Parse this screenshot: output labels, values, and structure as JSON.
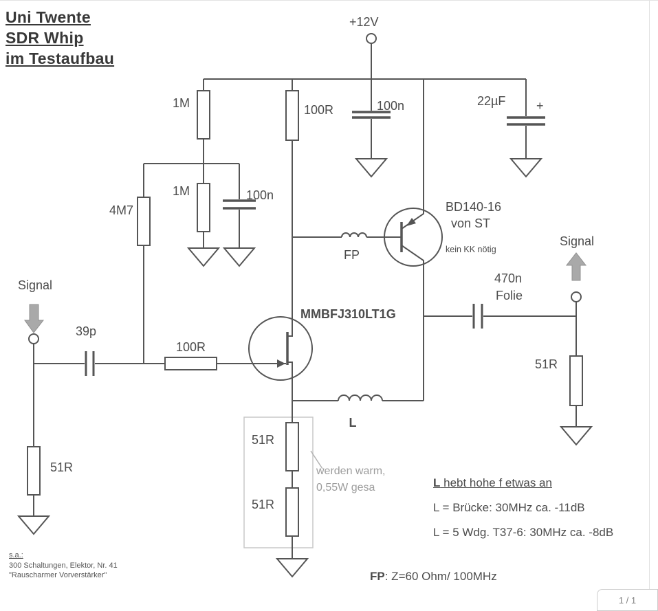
{
  "colors": {
    "wire": "#555555",
    "label_text": "#4c4c4c",
    "muted_text": "#9c9c9c",
    "arrow_fill": "#a9a9a9",
    "frame_border": "#e2e2e2",
    "group_box_border": "#c9c9c9"
  },
  "title": {
    "lines": [
      "Uni Twente",
      "SDR Whip",
      "im Testaufbau"
    ]
  },
  "supply": {
    "label": "+12V"
  },
  "signal": {
    "input_label": "Signal",
    "output_label": "Signal"
  },
  "components": {
    "r_1m_upper": "1M",
    "r_1m_lower": "1M",
    "r_4m7": "4M7",
    "r_100r_supply": "100R",
    "r_100r_gate": "100R",
    "r_51r_input": "51R",
    "r_51r_source1": "51R",
    "r_51r_source2": "51R",
    "r_51r_output": "51R",
    "c_100n_supply": "100n",
    "c_100n_bias": "100n",
    "c_22uf": "22µF",
    "c_22uf_polarity": "+",
    "c_39p": "39p",
    "c_470n": "470n",
    "c_470n_type": "Folie",
    "l_feedback": "L",
    "fp_bead": "FP",
    "q_bd140": "BD140-16",
    "q_bd140_maker": "von ST",
    "q_bd140_note": "kein KK nötig",
    "q_jfet": "MMBFJ310LT1G"
  },
  "annotations": {
    "warm_line1": "werden warm,",
    "warm_line2": "0,55W gesa",
    "l_heading_bold": "L",
    "l_heading_rest": " hebt hohe f etwas an",
    "l_option1": "L = Brücke: 30MHz ca. -11dB",
    "l_option2": "L = 5 Wdg. T37-6: 30MHz ca. -8dB",
    "fp_bold": "FP",
    "fp_rest": ": Z=60 Ohm/ 100MHz",
    "ref_heading": "s.a.:",
    "ref_line1": "300 Schaltungen, Elektor, Nr. 41",
    "ref_line2": "\"Rauscharmer Vorverstärker\""
  },
  "pager": {
    "page_indicator": "1 / 1"
  }
}
